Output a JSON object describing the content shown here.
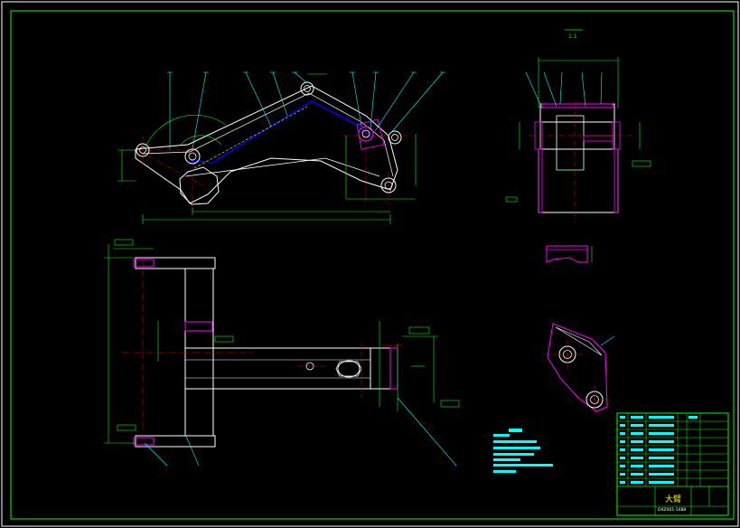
{
  "drawing": {
    "title": "大臂",
    "drawing_number": "DXZ001-1488",
    "section_label": "1:1"
  },
  "colors": {
    "background": "#000000",
    "frame": "#ffffff",
    "outline": "#ffffff",
    "leader": "#00ffff",
    "centerline": "#ff0000",
    "hidden": "#ffff00",
    "dimension": "#00ff00",
    "part_outline": "#ff00ff",
    "weld": "#0000ff"
  }
}
